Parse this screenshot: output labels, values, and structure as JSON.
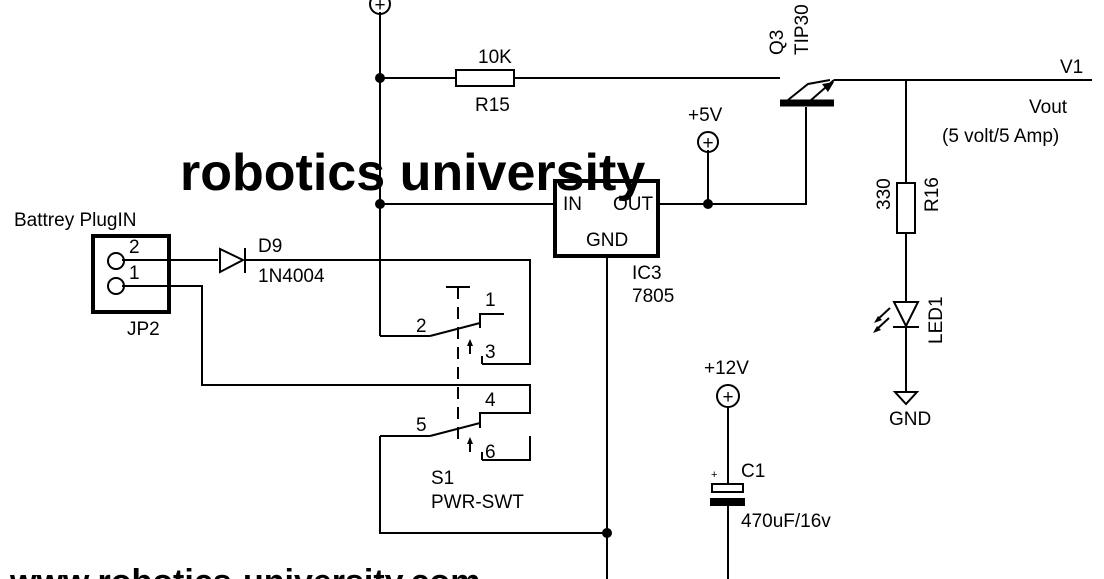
{
  "labels": {
    "plus_top": "+",
    "r15_value": "10K",
    "r15_ref": "R15",
    "q3_ref": "Q3",
    "q3_part": "TIP30",
    "v1": "V1",
    "vout": "Vout",
    "vout_spec": "(5 volt/5 Amp)",
    "plus5v": "+5V",
    "plus_sym": "+",
    "ic3_in": "IN",
    "ic3_out": "OUT",
    "ic3_gnd": "GND",
    "ic3_ref": "IC3",
    "ic3_part": "7805",
    "battery_label": "Battrey PlugIN",
    "jp2_pin2": "2",
    "jp2_pin1": "1",
    "jp2_ref": "JP2",
    "d9_ref": "D9",
    "d9_part": "1N4004",
    "s1_pin1": "1",
    "s1_pin2": "2",
    "s1_pin3": "3",
    "s1_pin4": "4",
    "s1_pin5": "5",
    "s1_pin6": "6",
    "s1_ref": "S1",
    "s1_part": "PWR-SWT",
    "r16_value": "330",
    "r16_ref": "R16",
    "led1_ref": "LED1",
    "gnd_led": "GND",
    "plus12v": "+12V",
    "c1_plus": "+",
    "c1_ref": "C1",
    "c1_value": "470uF/16v"
  },
  "watermark": {
    "title": "robotics university",
    "url": "www.robotics-university.com",
    "color": "#1a1adf"
  }
}
